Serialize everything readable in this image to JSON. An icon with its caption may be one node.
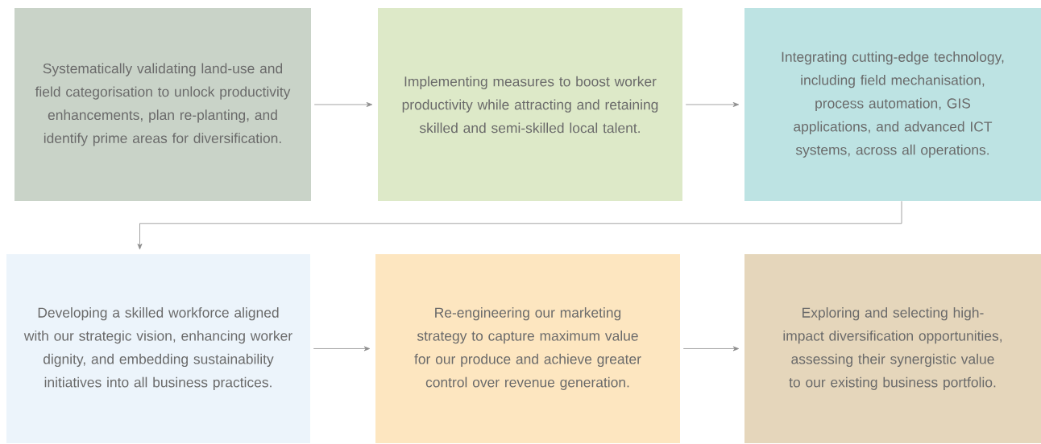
{
  "diagram": {
    "nodes": [
      {
        "text": [
          "Systematically validating land-use and field categorisation to unlock productivity enhancements, plan re-planting, and identify prime areas for diversification."
        ]
      },
      {
        "text": [
          "Implementing measures to boost worker productivity while attracting and retaining skilled and semi-skilled local talent."
        ]
      },
      {
        "text": [
          "Integrating cutting-edge technology, including field mechanisation, process automation, GIS applications, and advanced ICT systems, across all operations."
        ]
      },
      {
        "text": [
          "Developing a skilled workforce aligned with our strategic vision, enhancing worker dignity, and embedding sustainability initiatives into all business practices."
        ]
      },
      {
        "text": [
          "Re-engineering our marketing strategy to capture maximum value for our produce and achieve greater control over revenue generation."
        ]
      },
      {
        "text": [
          "Exploring and selecting high-impact diversification opportunities, assessing their synergistic value to our existing business portfolio."
        ]
      }
    ],
    "edges": [
      {
        "from": 0,
        "to": 1,
        "arrow": "to"
      },
      {
        "from": 1,
        "to": 2,
        "arrow": "to"
      },
      {
        "from": 2,
        "to": 3,
        "arrow": "to"
      },
      {
        "from": 3,
        "to": 4,
        "arrow": "to"
      },
      {
        "from": 4,
        "to": 5,
        "arrow": "to"
      }
    ]
  }
}
